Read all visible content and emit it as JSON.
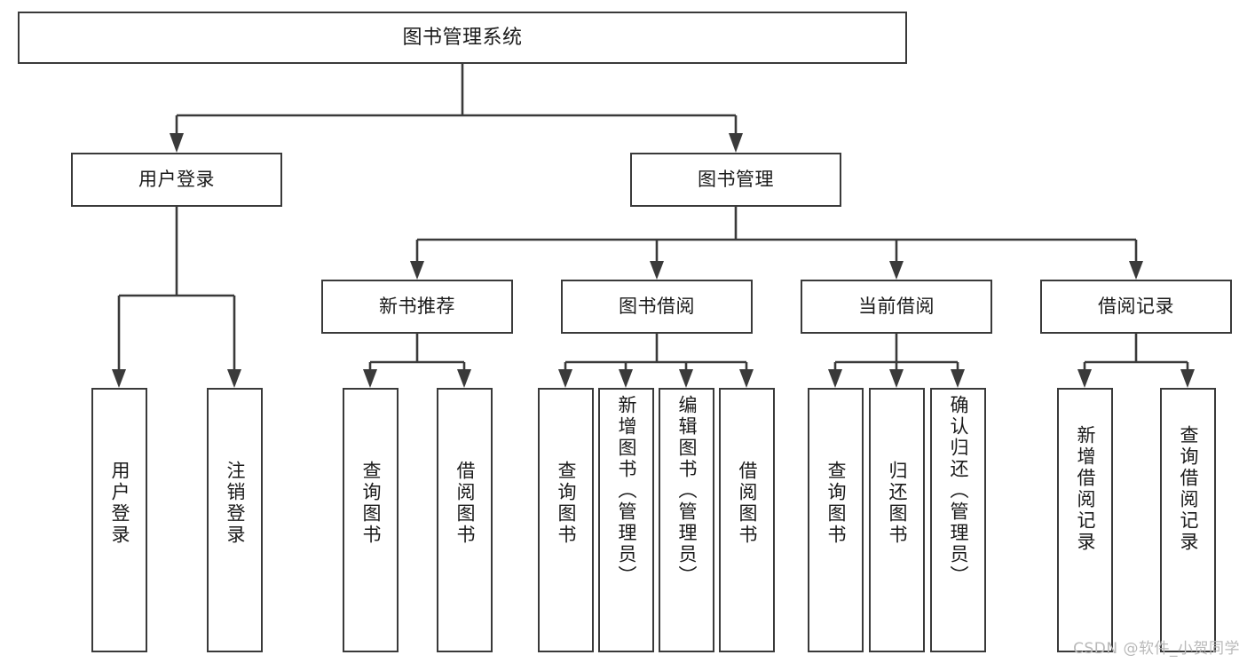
{
  "diagram": {
    "type": "tree-hierarchy",
    "title": "图书管理系统",
    "root": {
      "id": "root",
      "label": "图书管理系统",
      "level": 0,
      "orientation": "horizontal"
    },
    "level1": [
      {
        "id": "user-login",
        "label": "用户登录",
        "level": 1,
        "orientation": "horizontal"
      },
      {
        "id": "book-management",
        "label": "图书管理",
        "level": 1,
        "orientation": "horizontal"
      }
    ],
    "level2": [
      {
        "id": "new-book-recommend",
        "label": "新书推荐",
        "level": 2,
        "orientation": "horizontal",
        "parent": "book-management"
      },
      {
        "id": "book-borrow",
        "label": "图书借阅",
        "level": 2,
        "orientation": "horizontal",
        "parent": "book-management"
      },
      {
        "id": "current-borrow",
        "label": "当前借阅",
        "level": 2,
        "orientation": "horizontal",
        "parent": "book-management"
      },
      {
        "id": "borrow-record",
        "label": "借阅记录",
        "level": 2,
        "orientation": "horizontal",
        "parent": "book-management"
      }
    ],
    "leaves": [
      {
        "id": "leaf-user-login",
        "label": "用户登录",
        "parent": "user-login"
      },
      {
        "id": "leaf-logout-login",
        "label": "注销登录",
        "parent": "user-login"
      },
      {
        "id": "leaf-query-book-1",
        "label": "查询图书",
        "parent": "new-book-recommend"
      },
      {
        "id": "leaf-borrow-book-1",
        "label": "借阅图书",
        "parent": "new-book-recommend"
      },
      {
        "id": "leaf-query-book-2",
        "label": "查询图书",
        "parent": "book-borrow"
      },
      {
        "id": "leaf-add-book",
        "label": "新增图书（管理员）",
        "parent": "book-borrow"
      },
      {
        "id": "leaf-edit-book",
        "label": "编辑图书（管理员）",
        "parent": "book-borrow"
      },
      {
        "id": "leaf-borrow-book-2",
        "label": "借阅图书",
        "parent": "book-borrow"
      },
      {
        "id": "leaf-query-book-3",
        "label": "查询图书",
        "parent": "current-borrow"
      },
      {
        "id": "leaf-return-book",
        "label": "归还图书",
        "parent": "current-borrow"
      },
      {
        "id": "leaf-confirm-return",
        "label": "确认归还（管理员）",
        "parent": "current-borrow"
      },
      {
        "id": "leaf-add-record",
        "label": "新增借阅记录",
        "parent": "borrow-record"
      },
      {
        "id": "leaf-query-record",
        "label": "查询借阅记录",
        "parent": "borrow-record"
      }
    ],
    "colors": {
      "box_border": "#3a3a3a",
      "box_fill": "#ffffff",
      "connector": "#3a3a3a",
      "text": "#1a1a1a",
      "background": "#ffffff",
      "watermark": "#b9b9b9"
    }
  },
  "watermark": {
    "text": "CSDN @软件_小贺同学"
  }
}
